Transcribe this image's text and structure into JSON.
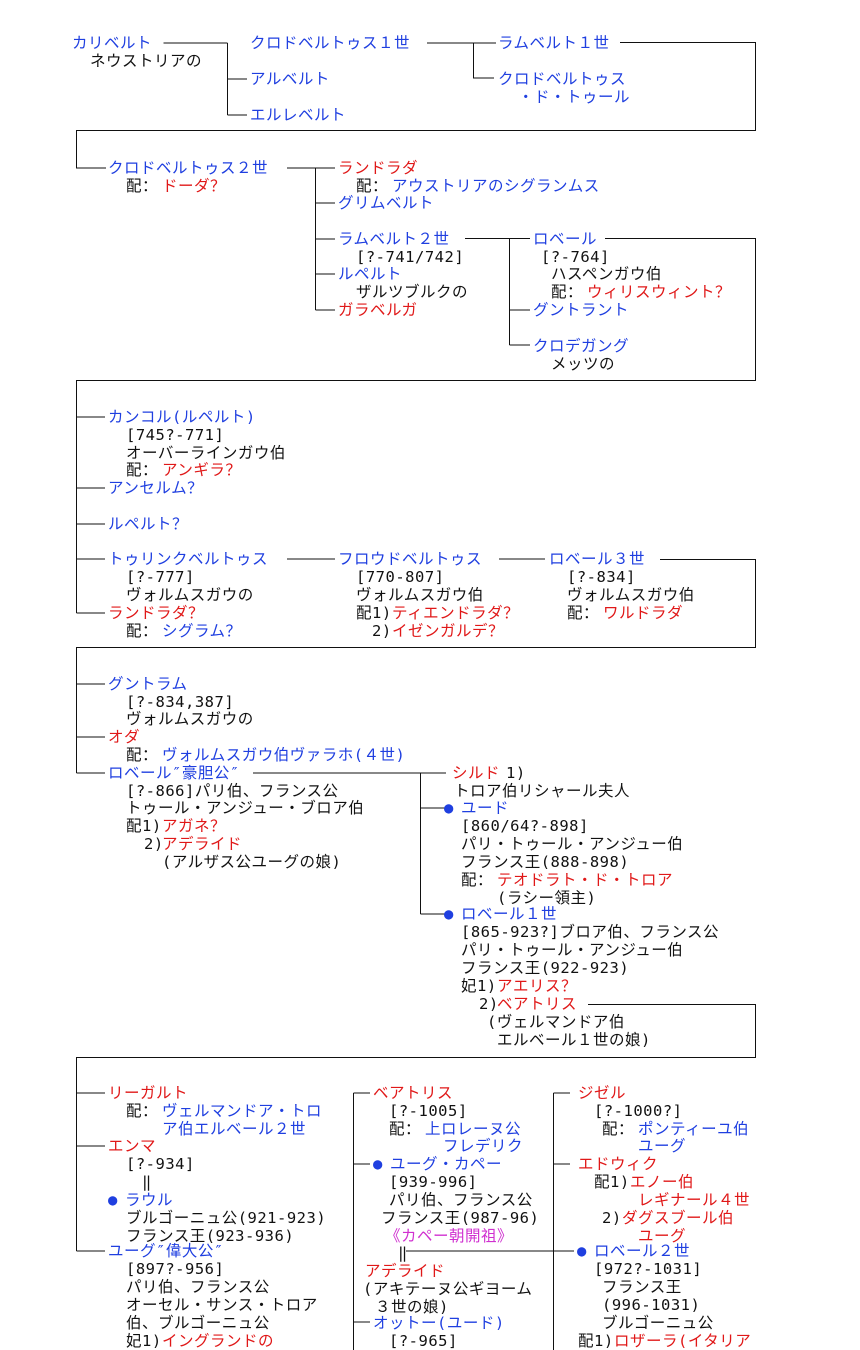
{
  "colors": {
    "blue": "#1f3fe0",
    "red": "#e01818",
    "black": "#111111",
    "magenta": "#d030d0"
  },
  "s1": {
    "karibert": "カリベルト",
    "karibert_note": "ネウストリアの",
    "chlodobert1": "クロドベルトゥス１世",
    "albert": "アルベルト",
    "ellebert": "エルレベルト",
    "lambert1": "ラムベルト１世",
    "chlodobert_tours1": "クロドベルトゥス",
    "chlodobert_tours2": "・ド・トゥール"
  },
  "s2": {
    "chlodobert2": "クロドベルトゥス２世",
    "spouse_label": "配：",
    "doda": "ドーダ？",
    "landrada": "ランドラダ",
    "landrada_spouse_label": "配：",
    "landrada_spouse": "アウストリアのシグランムス",
    "grimbert": "グリムベルト",
    "lambert2": "ラムベルト２世",
    "lambert2_dates": "[?-741/742]",
    "rupert": "ルペルト",
    "rupert_note": "ザルツブルクの",
    "garabelga": "ガラベルガ",
    "robert": "ロベール",
    "robert_dates": "[?-764]",
    "robert_title": "ハスペンガウ伯",
    "robert_spouse_label": "配：",
    "robert_spouse": "ウィリスウィント？",
    "guntrant": "グントラント",
    "chrodegang": "クロデガング",
    "chrodegang_note": "メッツの"
  },
  "s3": {
    "cancor": "カンコル(ルペルト)",
    "cancor_dates": "[745?-771]",
    "cancor_title": "オーバーラインガウ伯",
    "cancor_spouse_label": "配：",
    "cancor_spouse": "アンギラ？",
    "anselm": "アンセルム？",
    "rupert_q": "ルペルト？",
    "thuringbert": "トゥリンクベルトゥス",
    "thuringbert_dates": "[?-777]",
    "thuringbert_note": "ヴォルムスガウの",
    "landrada_q": "ランドラダ？",
    "landrada_q_spouse_label": "配：",
    "landrada_q_spouse": "シグラム？",
    "hrodbert": "フロウドベルトゥス",
    "hrodbert_dates": "[770-807]",
    "hrodbert_title": "ヴォルムスガウ伯",
    "hrodbert_sp1_label": "配1)",
    "hrodbert_sp1": "ティエンドラダ？",
    "hrodbert_sp2_label": "2)",
    "hrodbert_sp2": "イゼンガルデ？",
    "robert3": "ロベール３世",
    "robert3_dates": "[?-834]",
    "robert3_title": "ヴォルムスガウ伯",
    "robert3_spouse_label": "配：",
    "robert3_spouse": "ワルドラダ"
  },
  "s4": {
    "guntram": "グントラム",
    "guntram_dates": "[?-834,387]",
    "guntram_note": "ヴォルムスガウの",
    "oda": "オダ",
    "oda_spouse_label": "配：",
    "oda_spouse": "ヴォルムスガウ伯ヴァラホ(４世)",
    "robert_strong": "ロベール″豪胆公″",
    "rs_l1": "[?-866]パリ伯、フランス公",
    "rs_l2": "トゥール・アンジュー・ブロア伯",
    "rs_sp1_label": "配1)",
    "rs_sp1": "アガネ？",
    "rs_sp2_label": "2)",
    "rs_sp2": "アデライド",
    "rs_sp2_note": "(アルザス公ユーグの娘)",
    "childe": "シルド",
    "childe_suffix": "1)",
    "childe_note": "トロア伯リシャール夫人",
    "dot": "●",
    "eudes": "ユード",
    "eudes_dates": "[860/64?-898]",
    "eudes_l2": "パリ・トゥール・アンジュー伯",
    "eudes_l3": "フランス王(888-898)",
    "eudes_spouse_label": "配：",
    "eudes_spouse": "テオドラト・ド・トロア",
    "eudes_spouse_note": "(ラシー領主)",
    "robert1": "ロベール１世",
    "robert1_l1": "[865-923?]ブロア伯、フランス公",
    "robert1_l2": "パリ・トゥール・アンジュー伯",
    "robert1_l3": "フランス王(922-923)",
    "robert1_sp1_label": "妃1)",
    "robert1_sp1": "アエリス？",
    "robert1_sp2_label": "2)",
    "robert1_sp2": "ベアトリス",
    "robert1_sp2_note1": "(ヴェルマンドア伯",
    "robert1_sp2_note2": "エルベール１世の娘)"
  },
  "s5": {
    "rigard": "リーガルト",
    "rigard_spouse_label": "配：",
    "rigard_spouse1": "ヴェルマンドア・トロ",
    "rigard_spouse2": "ア伯エルベール２世",
    "emma": "エンマ",
    "emma_dates": "[?-934]",
    "marriage": "‖",
    "rudolf": "ラウル",
    "rudolf_l1": "ブルゴーニュ公(921-923)",
    "rudolf_l2": "フランス王(923-936)",
    "hugh_great": "ユーグ″偉大公″",
    "hg_l1": "[897?-956]",
    "hg_l2": "パリ伯、フランス公",
    "hg_l3": "オーセル・サンス・トロア",
    "hg_l4": "伯、ブルゴーニュ公",
    "hg_sp1_label": "妃1)",
    "hg_sp1": "イングランドの",
    "beatrice": "ベアトリス",
    "beatrice_dates": "[?-1005]",
    "beatrice_spouse_label": "配：",
    "beatrice_spouse1": "上ロレーヌ公",
    "beatrice_spouse2": "フレデリク",
    "hugh_capet": "ユーグ・カペー",
    "hc_l1": "[939-996]",
    "hc_l2": "パリ伯、フランス公",
    "hc_l3": "フランス王(987-96)",
    "hc_founder": "《カペー朝開祖》",
    "adelaide": "アデライド",
    "adelaide_note1": "(アキテーヌ公ギヨーム",
    "adelaide_note2": "３世の娘)",
    "otto": "オットー(ユード)",
    "otto_dates": "[?-965]",
    "gisele": "ジゼル",
    "gisele_dates": "[?-1000?]",
    "gisele_spouse_label": "配：",
    "gisele_spouse1": "ポンティーユ伯",
    "gisele_spouse2": "ユーグ",
    "hedwig": "エドウィク",
    "hedwig_sp1_label": "配1)",
    "hedwig_sp1a": "エノー伯",
    "hedwig_sp1b": "レギナール４世",
    "hedwig_sp2_label": "2)",
    "hedwig_sp2a": "ダグスブール伯",
    "hedwig_sp2b": "ユーグ",
    "robert2": "ロベール２世",
    "r2_l1": "[972?-1031]",
    "r2_l2": "フランス王",
    "r2_l3": "(996-1031)",
    "r2_l4": "ブルゴーニュ公",
    "r2_sp1_label": "配1)",
    "r2_sp1": "ロザーラ(イタリア"
  }
}
